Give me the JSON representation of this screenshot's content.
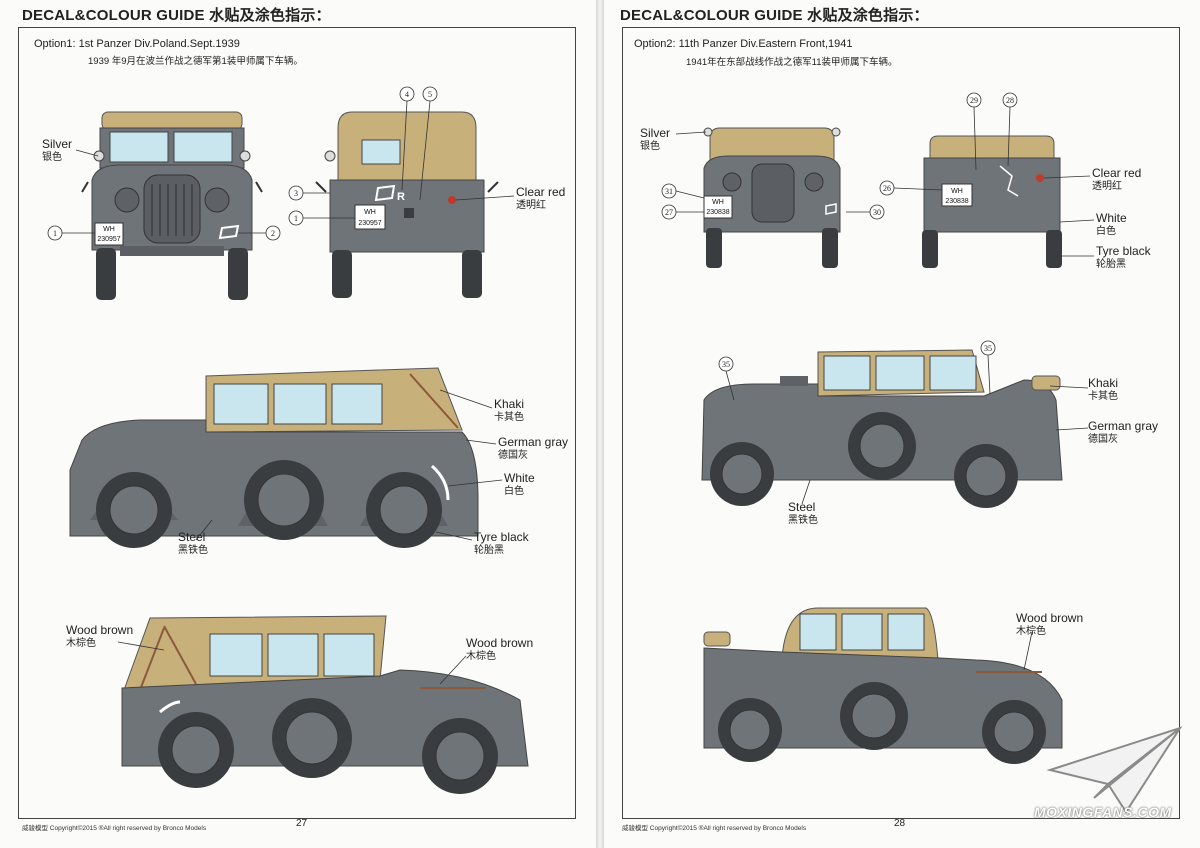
{
  "left": {
    "guide_title": "DECAL&COLOUR GUIDE 水贴及涂色指示：",
    "option": "Option1: 1st Panzer Div.Poland.Sept.1939",
    "option_cn": "1939 年9月在波兰作战之德军第1装甲师属下车辆。",
    "labels": {
      "silver_en": "Silver",
      "silver_cn": "银色",
      "clear_red_en": "Clear red",
      "clear_red_cn": "透明红",
      "khaki_en": "Khaki",
      "khaki_cn": "卡其色",
      "german_gray_en": "German gray",
      "german_gray_cn": "德国灰",
      "white_en": "White",
      "white_cn": "白色",
      "steel_en": "Steel",
      "steel_cn": "黑铁色",
      "tyre_black_en": "Tyre black",
      "tyre_black_cn": "轮胎黑",
      "wood_brown_en": "Wood brown",
      "wood_brown_cn": "木棕色"
    },
    "callouts": [
      "1",
      "2",
      "3",
      "1",
      "4",
      "5"
    ],
    "plate_prefix": "WH",
    "plate_number": "230957",
    "tac_letter": "R",
    "footer": "威骏模型  Copyright©2015  ®All right reserved by Bronco Models",
    "page_number": "27"
  },
  "right": {
    "guide_title": "DECAL&COLOUR GUIDE 水贴及涂色指示：",
    "option": "Option2: 11th Panzer Div.Eastern Front,1941",
    "option_cn": "1941年在东部战线作战之德军11装甲师属下车辆。",
    "labels": {
      "silver_en": "Silver",
      "silver_cn": "银色",
      "clear_red_en": "Clear red",
      "clear_red_cn": "透明红",
      "white_en": "White",
      "white_cn": "白色",
      "tyre_black_en": "Tyre black",
      "tyre_black_cn": "轮胎黑",
      "khaki_en": "Khaki",
      "khaki_cn": "卡其色",
      "german_gray_en": "German gray",
      "german_gray_cn": "德国灰",
      "steel_en": "Steel",
      "steel_cn": "黑铁色",
      "wood_brown_en": "Wood brown",
      "wood_brown_cn": "木棕色"
    },
    "callouts": [
      "31",
      "27",
      "30",
      "29",
      "28",
      "26",
      "35",
      "35"
    ],
    "plate_prefix": "WH",
    "plate_number": "230838",
    "footer": "威骏模型  Copyright©2015  ®All right reserved by Bronco Models",
    "page_number": "28"
  },
  "watermark": "MOXINGFANS.COM",
  "colors": {
    "german_gray": "#6f7478",
    "khaki": "#c8b07a",
    "glass": "#c9e6ef",
    "tyre": "#3a3d40",
    "clear_red": "#c0392b",
    "wood_brown": "#8b5a3c"
  }
}
